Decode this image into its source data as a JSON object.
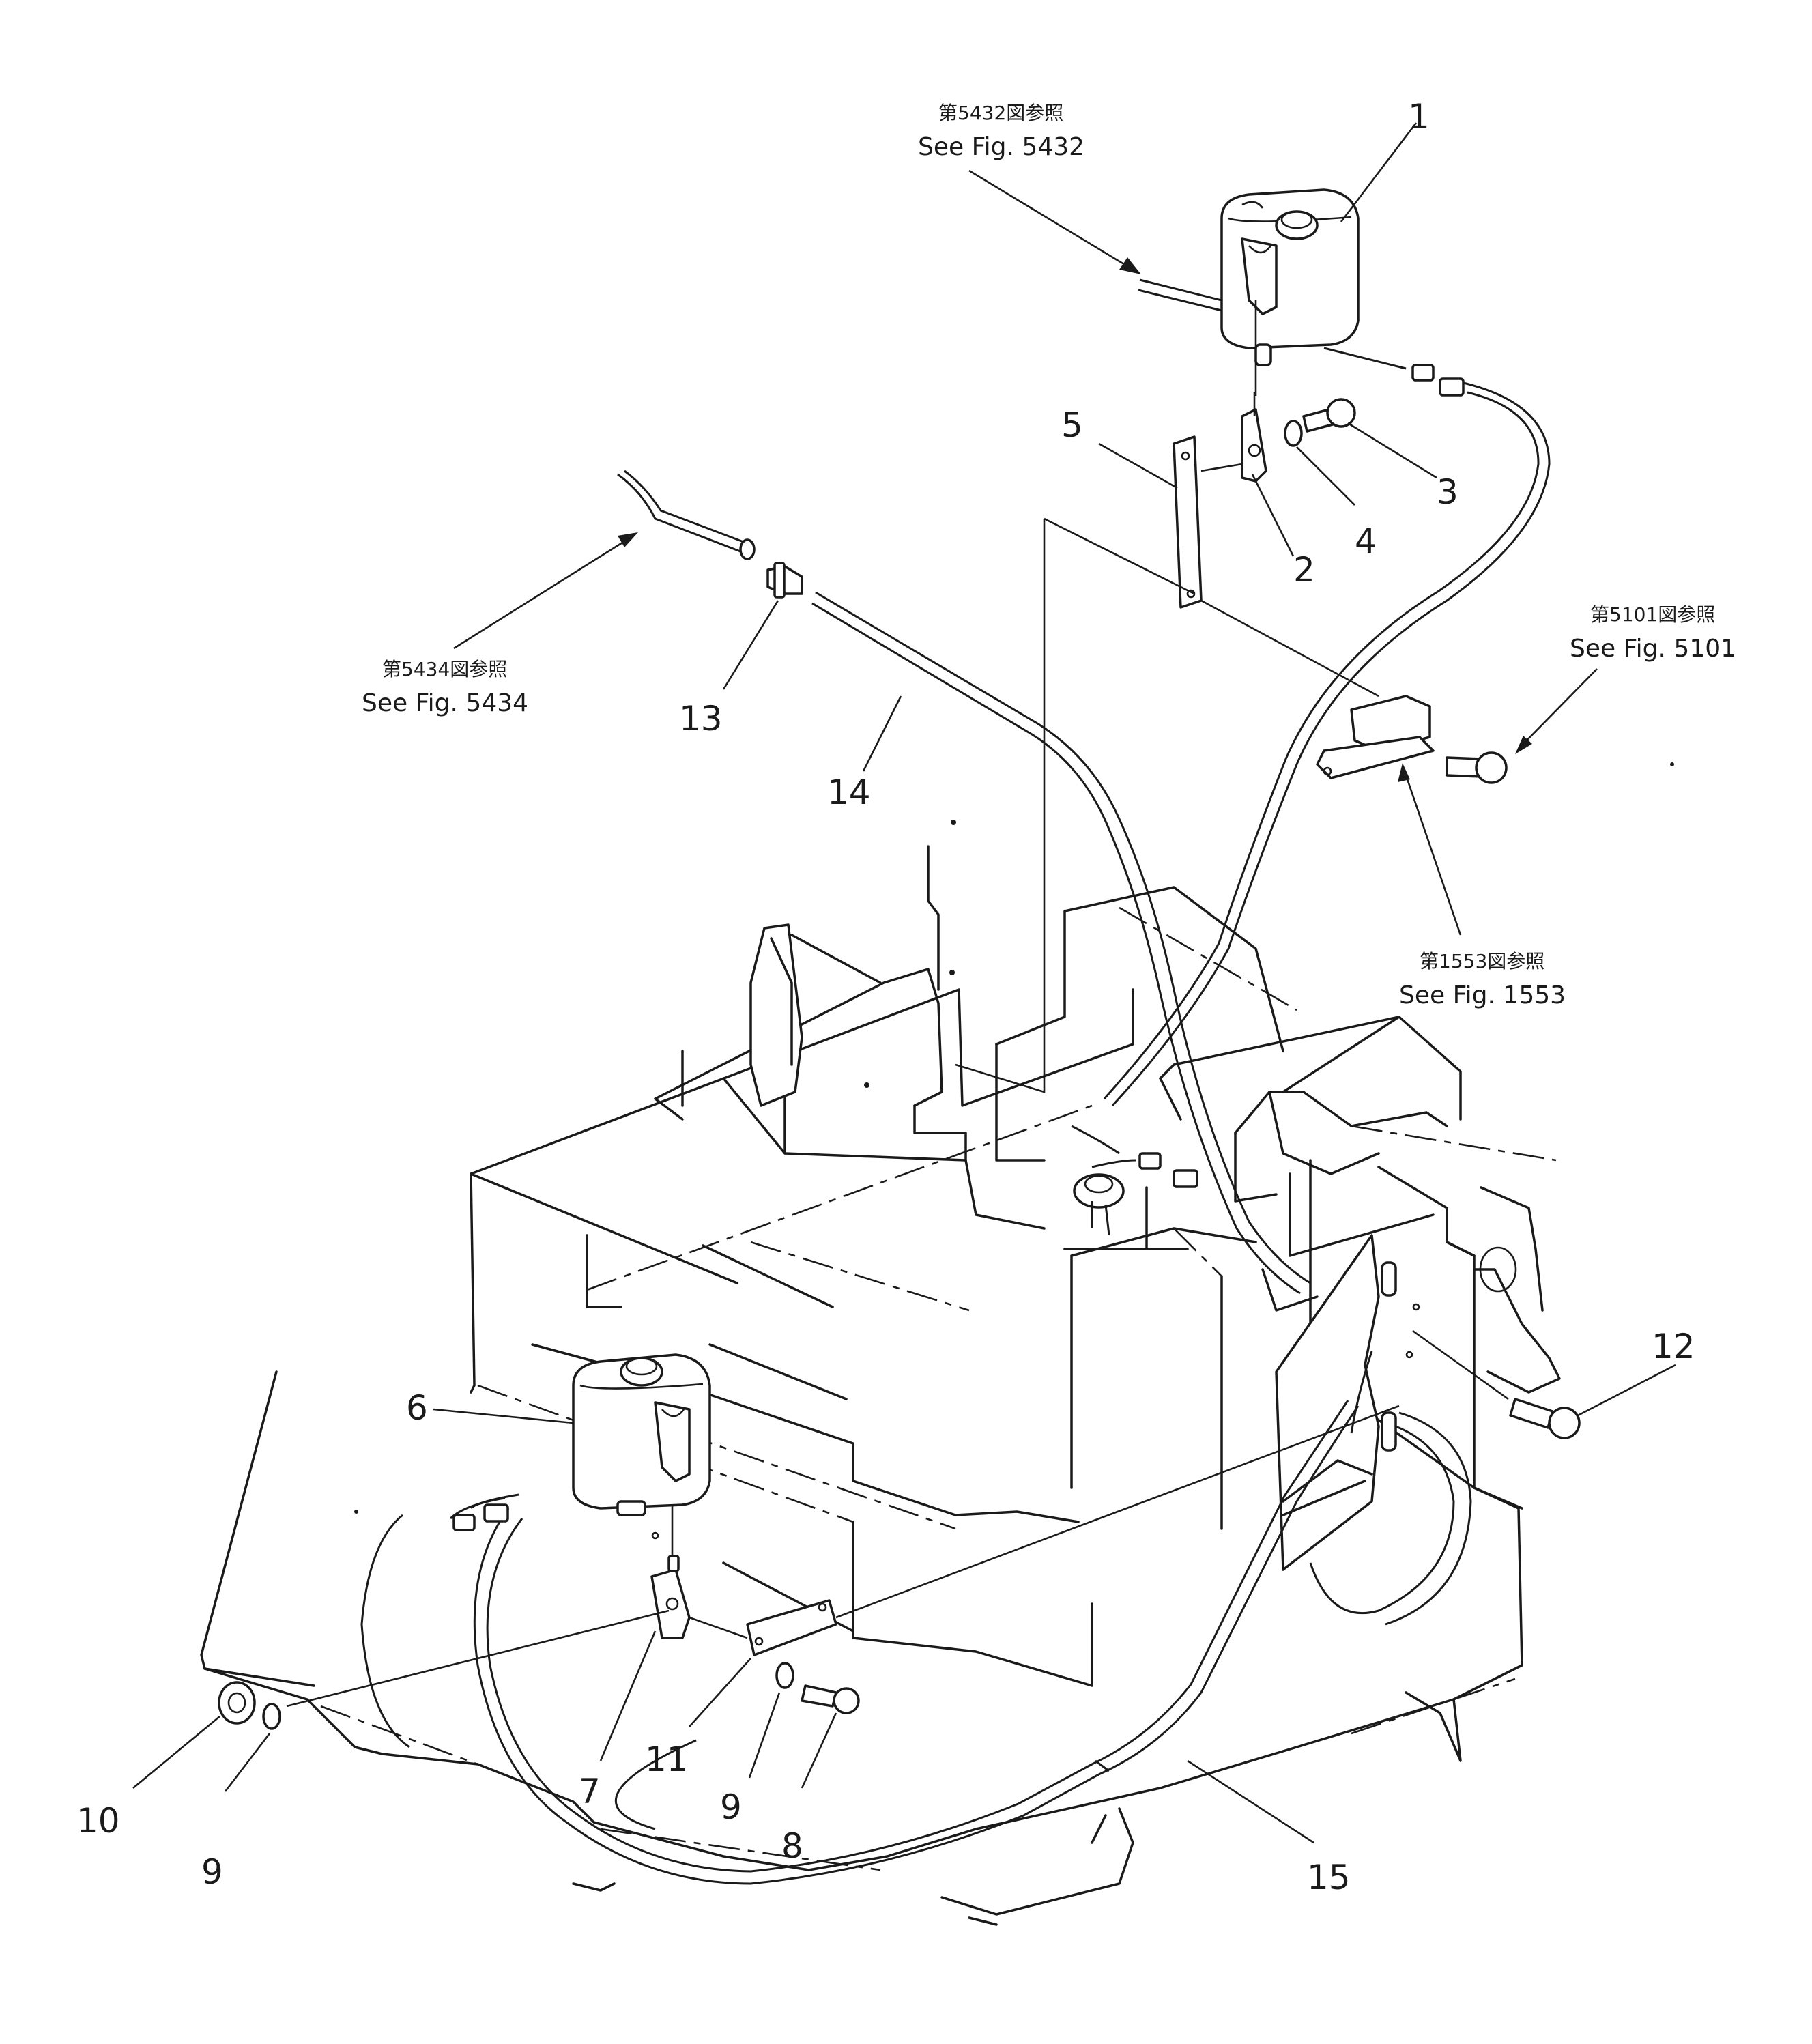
{
  "callouts": [
    {
      "id": "1",
      "text": "1"
    },
    {
      "id": "2",
      "text": "2"
    },
    {
      "id": "3",
      "text": "3"
    },
    {
      "id": "4",
      "text": "4"
    },
    {
      "id": "5",
      "text": "5"
    },
    {
      "id": "6",
      "text": "6"
    },
    {
      "id": "7",
      "text": "7"
    },
    {
      "id": "8",
      "text": "8"
    },
    {
      "id": "9a",
      "text": "9"
    },
    {
      "id": "9b",
      "text": "9"
    },
    {
      "id": "10",
      "text": "10"
    },
    {
      "id": "11",
      "text": "11"
    },
    {
      "id": "12",
      "text": "12"
    },
    {
      "id": "13",
      "text": "13"
    },
    {
      "id": "14",
      "text": "14"
    },
    {
      "id": "15",
      "text": "15"
    }
  ],
  "references": {
    "fig5432": {
      "jp": "第5432図参照",
      "en": "See Fig. 5432"
    },
    "fig5434": {
      "jp": "第5434図参照",
      "en": "See Fig. 5434"
    },
    "fig5101": {
      "jp": "第5101図参照",
      "en": "See Fig. 5101"
    },
    "fig1553": {
      "jp": "第1553図参照",
      "en": "See Fig. 1553"
    }
  }
}
